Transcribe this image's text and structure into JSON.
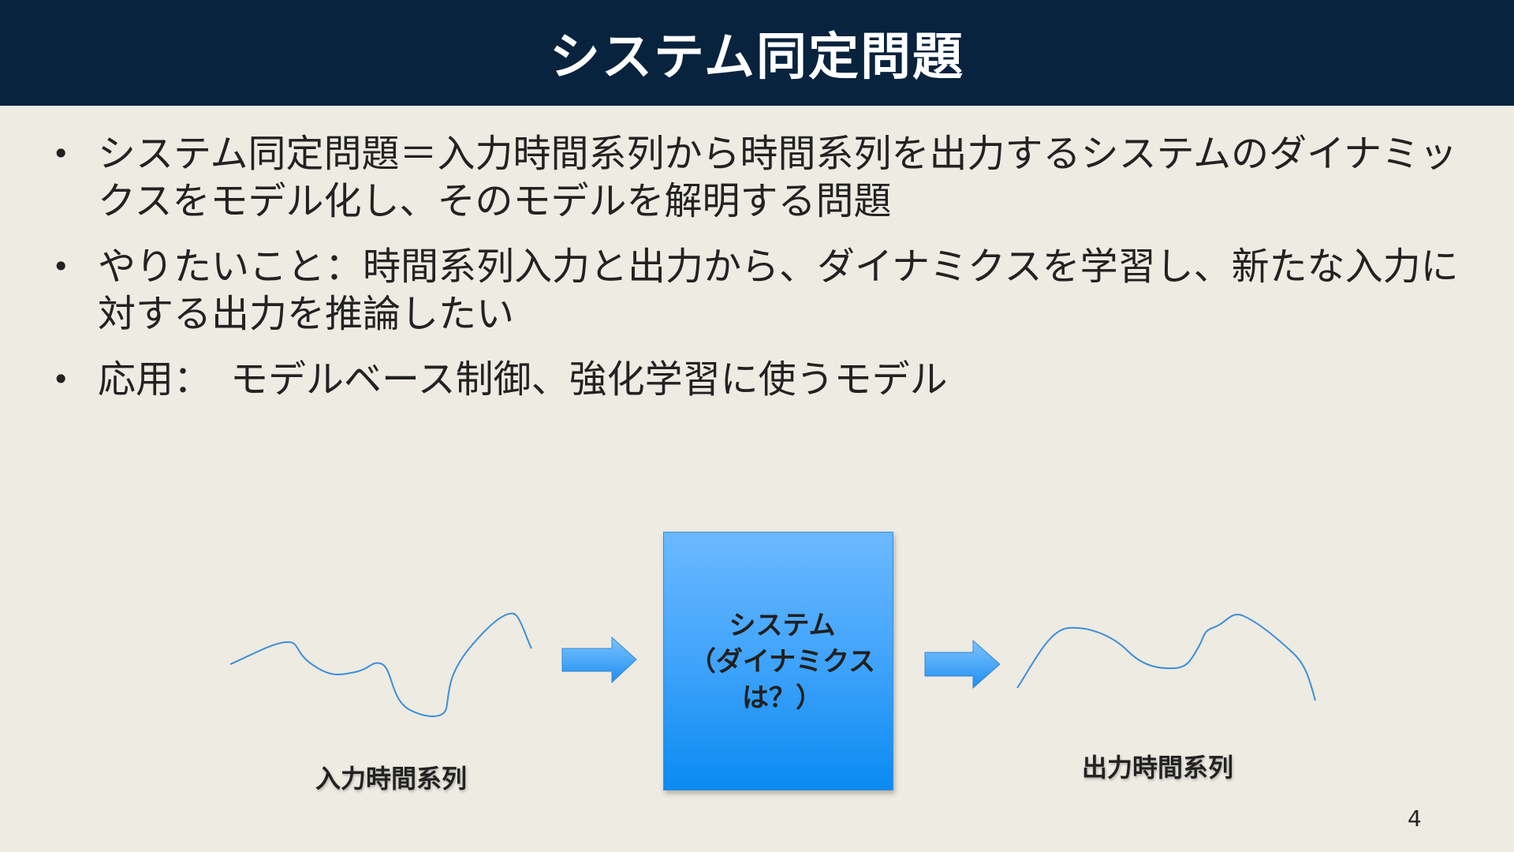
{
  "slide": {
    "title": "システム同定問題",
    "bullets": [
      {
        "text": "システム同定問題＝入力時間系列から時間系列を出力するシステムのダイナミックスをモデル化し、そのモデルを解明する問題"
      },
      {
        "text": "やりたいこと：時間系列入力と出力から、ダイナミクスを学習し、新たな入力に対する出力を推論したい"
      },
      {
        "text": "応用：　モデルベース制御、強化学習に使うモデル"
      }
    ],
    "bullet_glyph": "•",
    "page_number": "4"
  },
  "diagram": {
    "system_box": {
      "line1": "システム",
      "line2": "（ダイナミクス",
      "line3": "は？）"
    },
    "input_label": "入力時間系列",
    "output_label": "出力時間系列",
    "arrow_color": "#3a9ef5",
    "box_color": "#45a6fb",
    "curve_color": "#3d8fd6"
  },
  "colors": {
    "header_bg": "#07233e",
    "page_bg": "#edebe2"
  }
}
